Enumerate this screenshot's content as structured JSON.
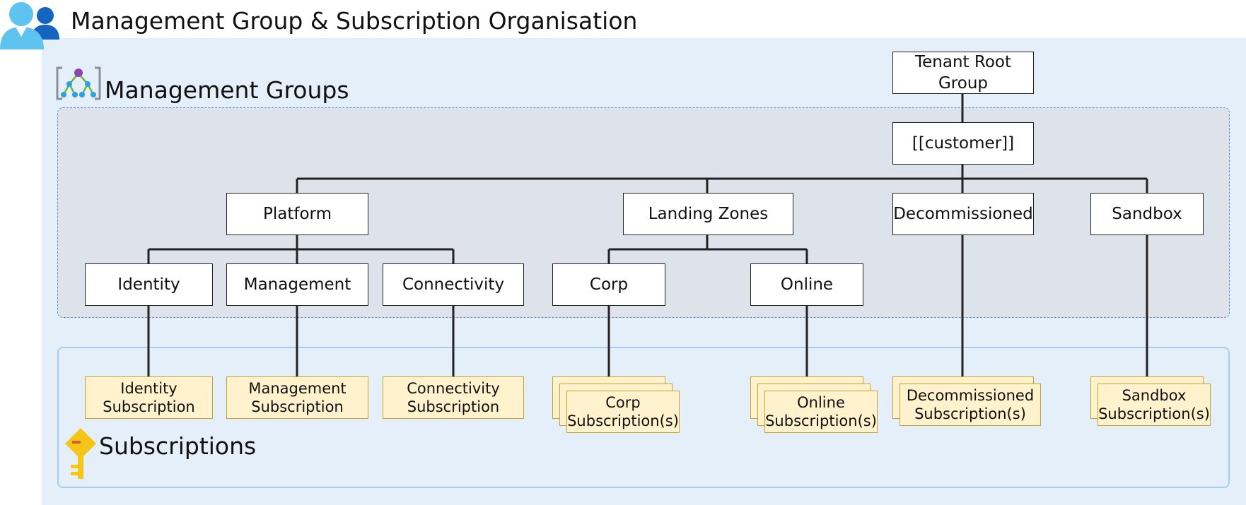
{
  "header": {
    "title": "Management Group & Subscription Organisation",
    "icon": "users-icon"
  },
  "management_groups": {
    "section_title": "Management Groups",
    "section_icon": "management-groups-icon",
    "nodes": {
      "tenant_root": "Tenant Root\nGroup",
      "customer": "[[customer]]",
      "platform": "Platform",
      "landing_zones": "Landing Zones",
      "decommissioned": "Decommissioned",
      "sandbox": "Sandbox",
      "identity": "Identity",
      "management": "Management",
      "connectivity": "Connectivity",
      "corp": "Corp",
      "online": "Online"
    }
  },
  "subscriptions": {
    "section_title": "Subscriptions",
    "section_icon": "key-icon",
    "items": {
      "identity": "Identity\nSubscription",
      "management": "Management\nSubscription",
      "connectivity": "Connectivity\nSubscription",
      "corp": "Corp\nSubscription(s)",
      "online": "Online\nSubscription(s)",
      "decommissioned": "Decommissioned\nSubscription(s)",
      "sandbox": "Sandbox\nSubscription(s)"
    }
  },
  "colors": {
    "canvas": "#e4eff9",
    "mg_panel": "#dee3eb",
    "mg_panel_border": "#5b8fd6",
    "sub_panel_border": "#a9cdee",
    "subscription_fill": "#fff2cc",
    "subscription_border": "#c9a227",
    "connector": "#222222",
    "key": "#f5c518"
  }
}
